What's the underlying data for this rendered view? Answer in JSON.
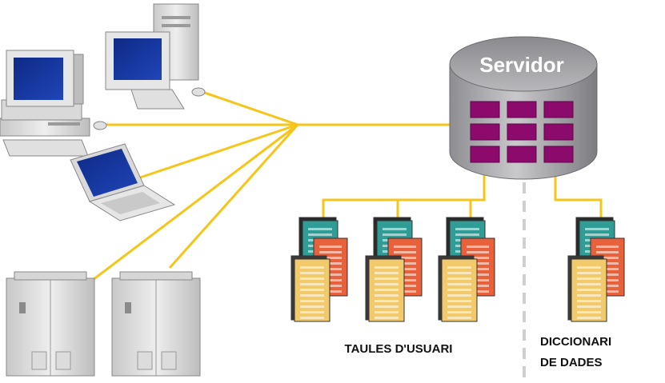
{
  "server": {
    "label": "Servidor"
  },
  "groups": {
    "user_tables": {
      "label": "TAULES D'USUARI"
    },
    "data_dictionary": {
      "label_line1": "DICCIONARI",
      "label_line2": "DE DADES"
    }
  },
  "colors": {
    "connection_line": "#f5c518",
    "server_body": "#a9a9ab",
    "server_slot": "#8c0a6b",
    "screen": "#12308f",
    "doc_teal": "#2f9c95",
    "doc_orange": "#e8613a",
    "doc_yellow": "#f2c96b",
    "separator": "#cfcfcf"
  },
  "icons": {
    "clients": [
      "desktop-computer-icon",
      "tower-computer-icon",
      "laptop-icon"
    ],
    "servers": [
      "server-rack-icon",
      "server-rack-icon"
    ],
    "tables": [
      "table-stack-icon"
    ]
  }
}
